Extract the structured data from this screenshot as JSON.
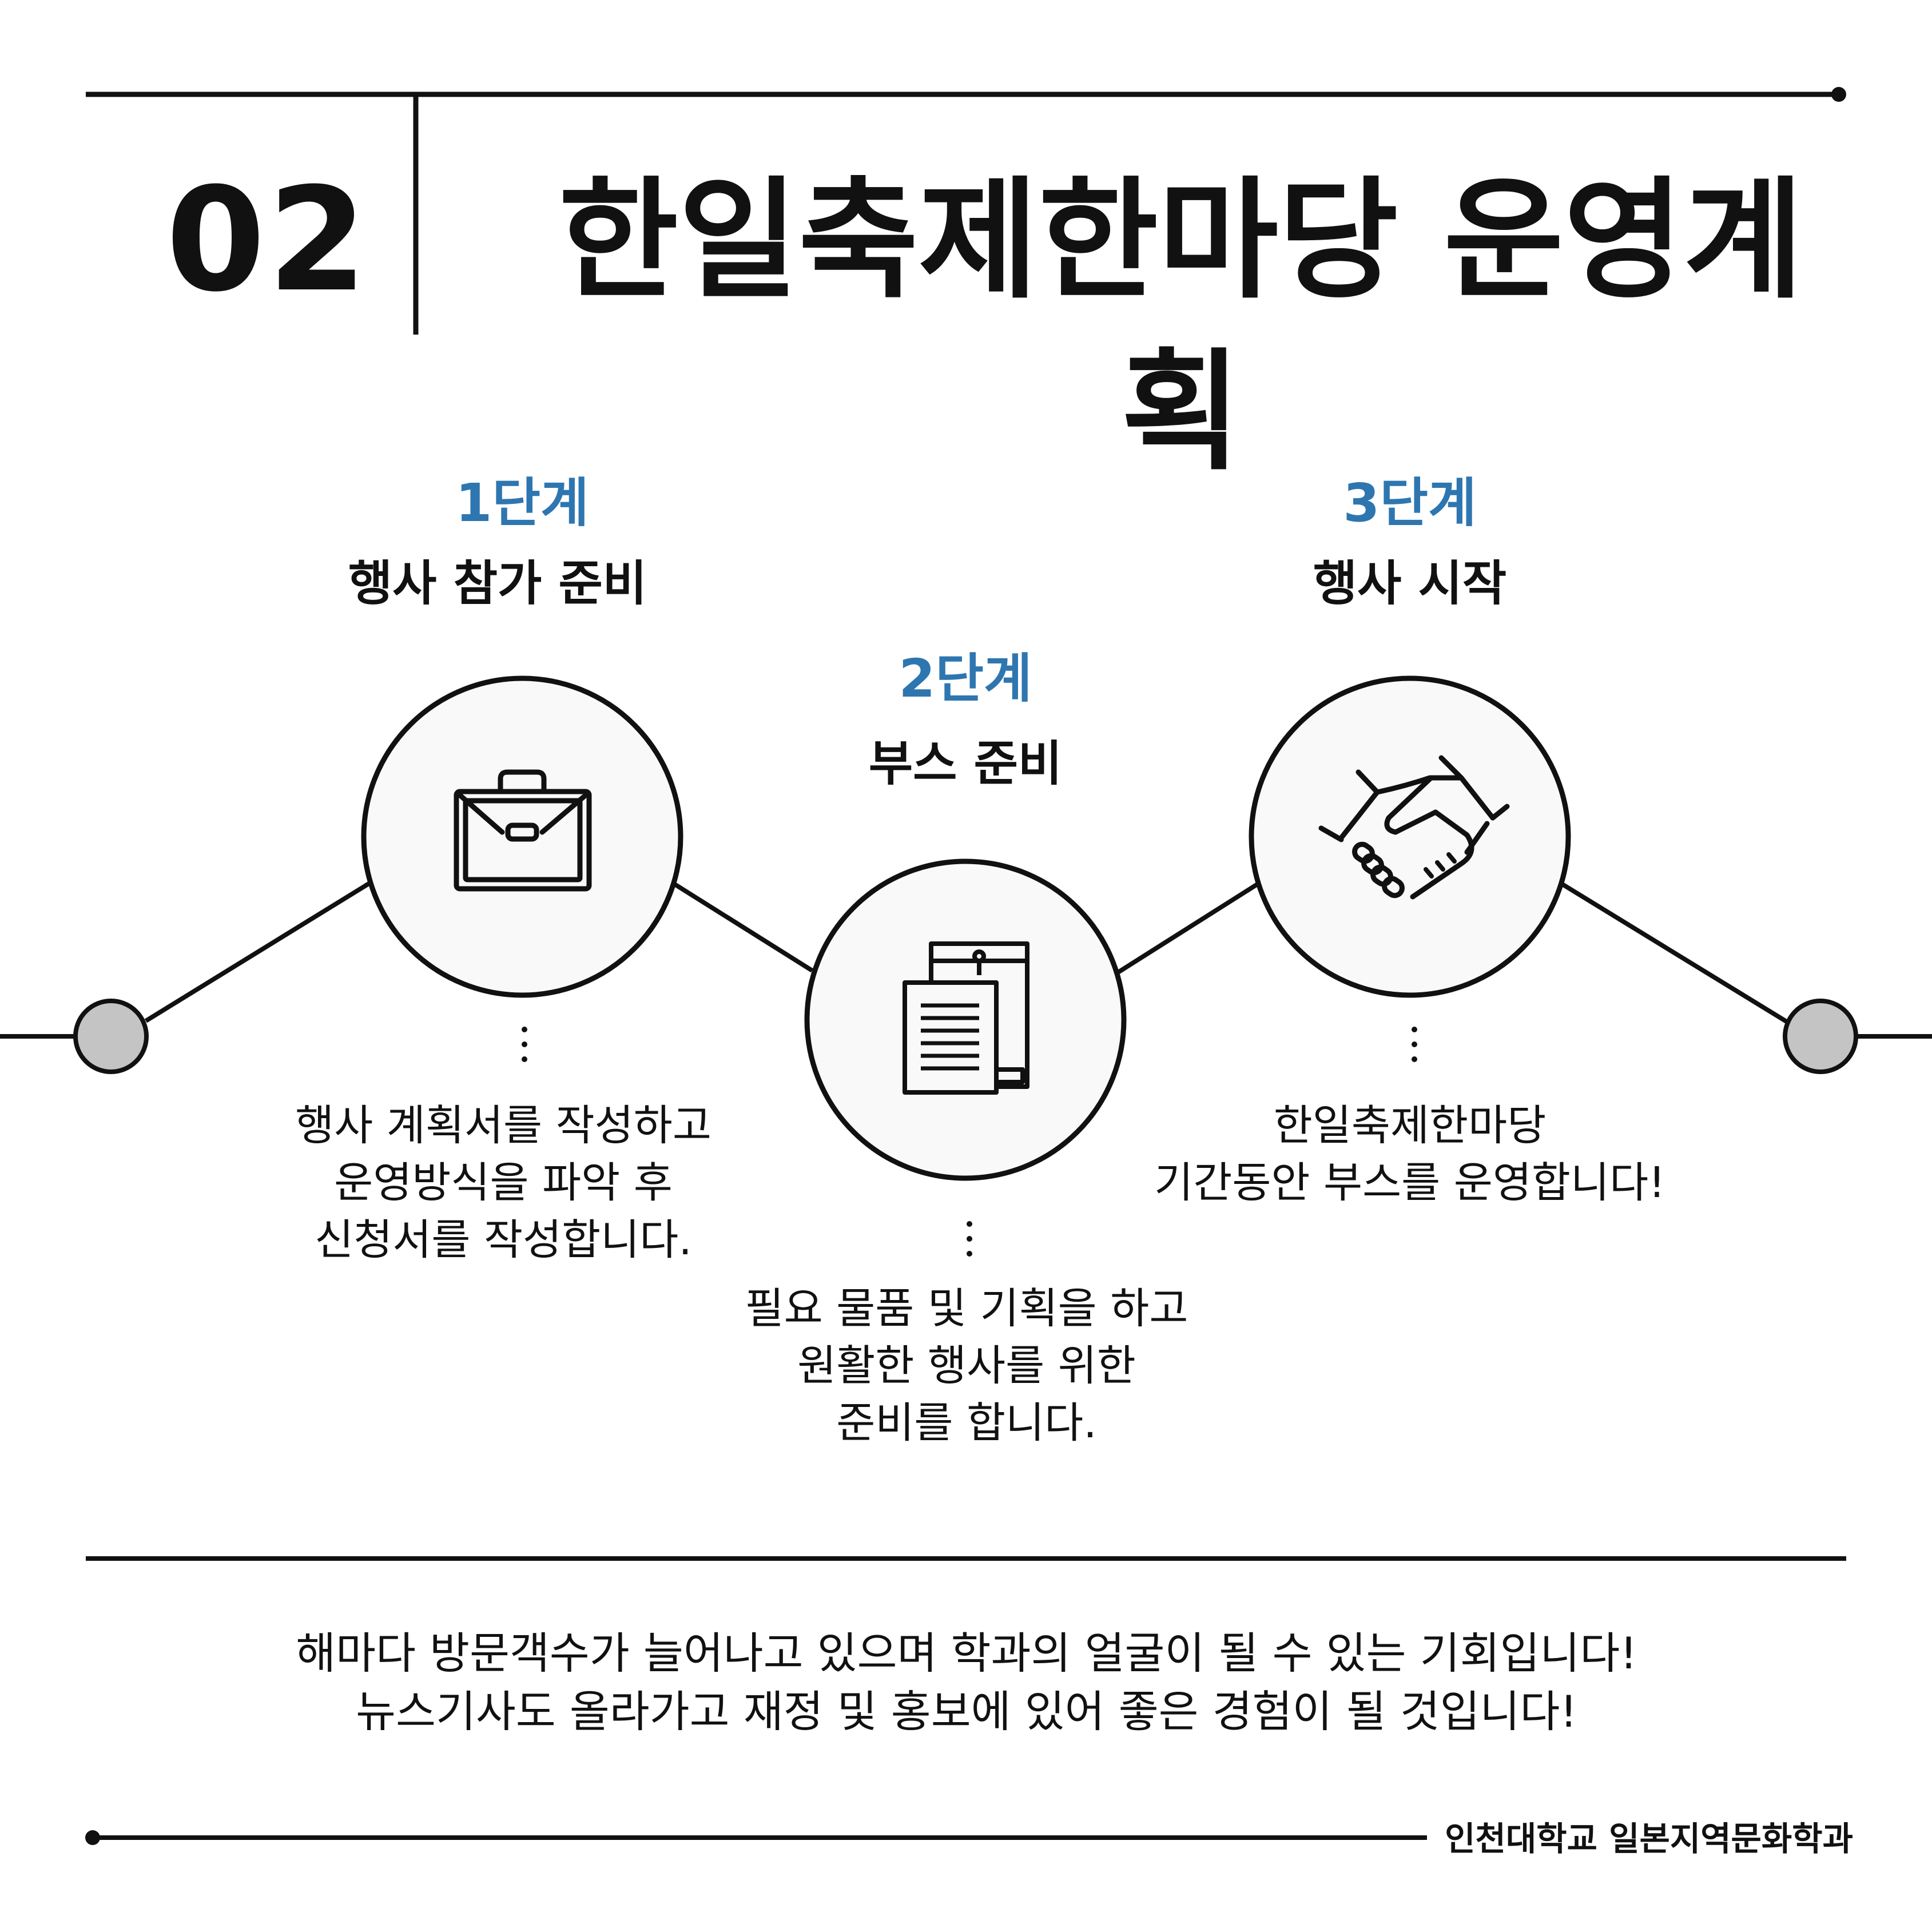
{
  "header": {
    "number": "02",
    "title": "한일축제한마당 운영계획"
  },
  "stages": [
    {
      "label": "1단계",
      "name": "행사 참가 준비",
      "icon": "briefcase-icon",
      "lines": [
        "행사 계획서를 작성하고",
        "운영방식을 파악 후",
        "신청서를 작성합니다."
      ]
    },
    {
      "label": "2단계",
      "name": "부스 준비",
      "icon": "documents-icon",
      "lines": [
        "필요 물품 및 기획을 하고",
        "원활한 행사를 위한",
        "준비를 합니다."
      ]
    },
    {
      "label": "3단계",
      "name": "행사 시작",
      "icon": "handshake-icon",
      "lines": [
        "한일축제한마당",
        "기간동안 부스를 운영합니다!"
      ]
    }
  ],
  "footer": {
    "lines": [
      "해마다 방문객수가 늘어나고 있으며 학과의 얼굴이 될 수 있는 기회입니다!",
      "뉴스기사도 올라가고 재정 및 홍보에 있어 좋은 경험이 될 것입니다!"
    ],
    "organization": "인천대학교 일본지역문화학과"
  },
  "colors": {
    "accent": "#2e76b0",
    "text": "#111111",
    "node_fill": "#c4c4c4",
    "circle_fill": "#f9f9f9"
  }
}
